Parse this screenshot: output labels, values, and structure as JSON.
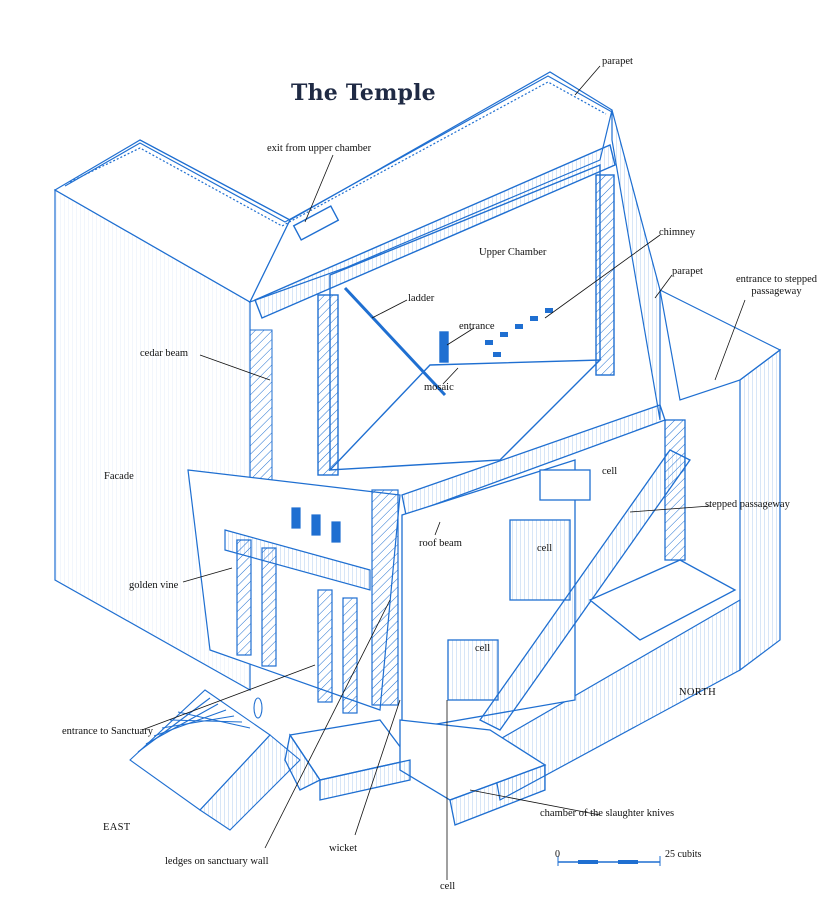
{
  "title": "The Temple",
  "colors": {
    "line": "#1f6fd1",
    "leader": "#111111",
    "fill": "#ffffff"
  },
  "labels": {
    "parapet_top": "parapet",
    "exit_upper": "exit from upper chamber",
    "chimney": "chimney",
    "upper_chamber": "Upper Chamber",
    "parapet_right": "parapet",
    "entrance_stepped": "entrance to stepped passageway",
    "ladder": "ladder",
    "entrance": "entrance",
    "cedar_beam": "cedar beam",
    "mosaic": "mosaic",
    "facade": "Facade",
    "cell_upper": "cell",
    "stepped_passageway": "stepped passageway",
    "roof_beam": "roof beam",
    "cell_mid": "cell",
    "golden_vine": "golden vine",
    "cell_low": "cell",
    "north": "NORTH",
    "entrance_sanctuary": "entrance to Sanctuary",
    "east": "EAST",
    "chamber_knives": "chamber of the slaughter knives",
    "ledges": "ledges on sanctuary wall",
    "wicket": "wicket",
    "cell_bottom": "cell"
  },
  "scale": {
    "start": "0",
    "end": "25 cubits"
  }
}
